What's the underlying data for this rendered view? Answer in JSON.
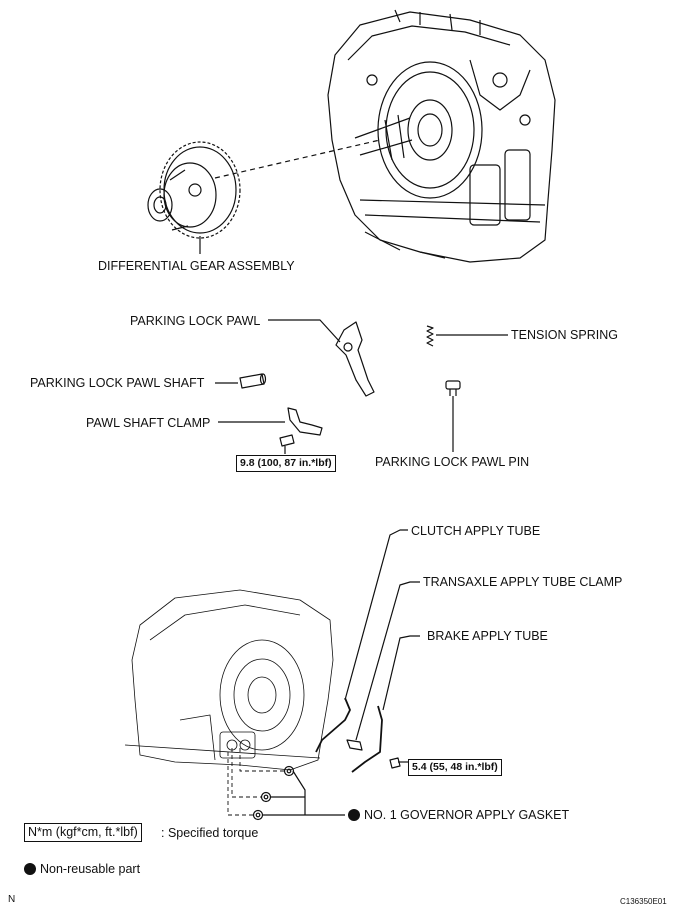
{
  "labels": {
    "differential_gear_assembly": "DIFFERENTIAL GEAR ASSEMBLY",
    "parking_lock_pawl": "PARKING LOCK PAWL",
    "tension_spring": "TENSION SPRING",
    "parking_lock_pawl_shaft": "PARKING LOCK PAWL SHAFT",
    "pawl_shaft_clamp": "PAWL SHAFT CLAMP",
    "parking_lock_pawl_pin": "PARKING LOCK PAWL PIN",
    "clutch_apply_tube": "CLUTCH APPLY TUBE",
    "transaxle_apply_tube_clamp": "TRANSAXLE APPLY TUBE CLAMP",
    "brake_apply_tube": "BRAKE APPLY TUBE",
    "no1_governor_apply_gasket": "NO. 1 GOVERNOR APPLY GASKET"
  },
  "torque": {
    "pawl_clamp_bolt": "9.8 (100, 87 in.*lbf)",
    "tube_clamp_bolt": "5.4 (55, 48 in.*lbf)"
  },
  "legend": {
    "torque_unit": "N*m (kgf*cm, ft.*lbf)",
    "torque_desc": ": Specified torque",
    "nonreusable": "Non-reusable part"
  },
  "footer": {
    "orientation": "N",
    "figure_code": "C136350E01"
  }
}
